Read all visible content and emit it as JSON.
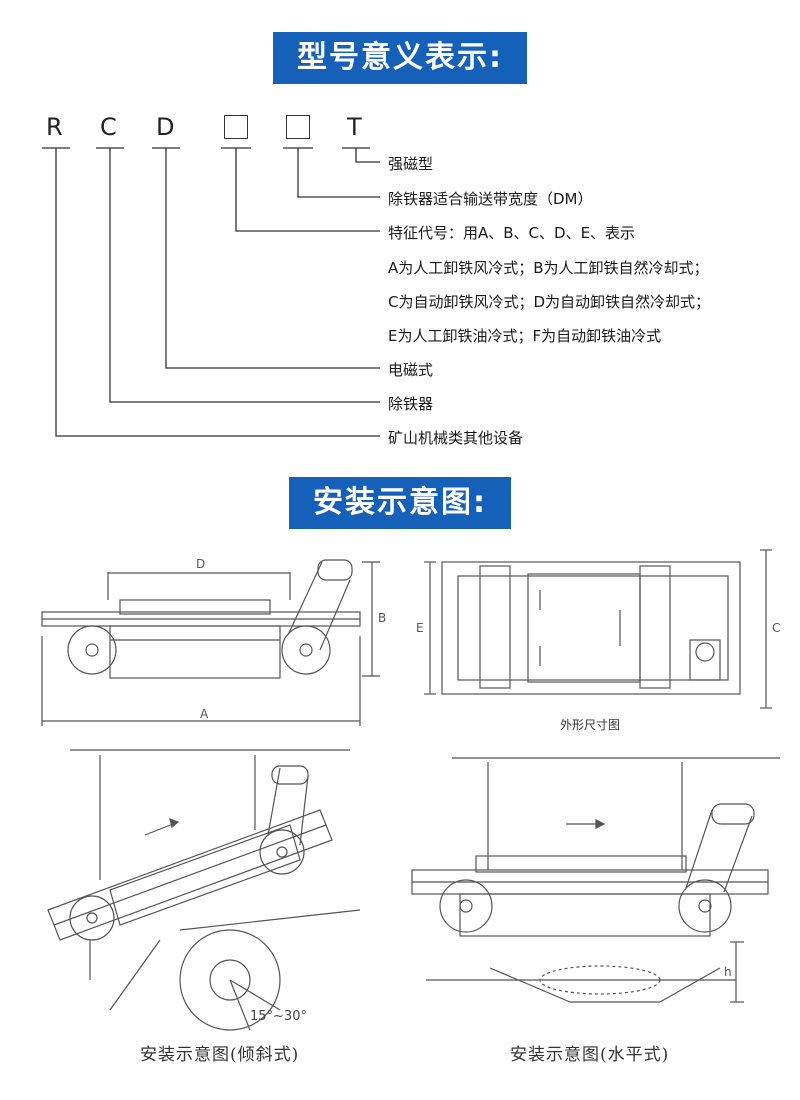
{
  "section1": {
    "title": "型号意义表示:"
  },
  "model_code": {
    "c1": "R",
    "c2": "C",
    "c3": "D",
    "c6": "T"
  },
  "descriptions": [
    "强磁型",
    "除铁器适合输送带宽度（DM）",
    "特征代号：用A、B、C、D、E、表示",
    "A为人工卸铁风冷式；B为人工卸铁自然冷却式；",
    "C为自动卸铁风冷式；D为自动卸铁自然冷却式；",
    "E为人工卸铁油冷式；F为自动卸铁油冷式",
    "电磁式",
    "除铁器",
    "矿山机械类其他设备"
  ],
  "section2": {
    "title": "安装示意图:"
  },
  "drawing": {
    "dim_a": "A",
    "dim_b": "B",
    "dim_c": "C",
    "dim_d": "D",
    "dim_e": "E",
    "dim_h": "h",
    "angle": "15°~30°",
    "caption_outline": "外形尺寸图",
    "caption_incline": "安装示意图(倾斜式)",
    "caption_level": "安装示意图(水平式)"
  }
}
